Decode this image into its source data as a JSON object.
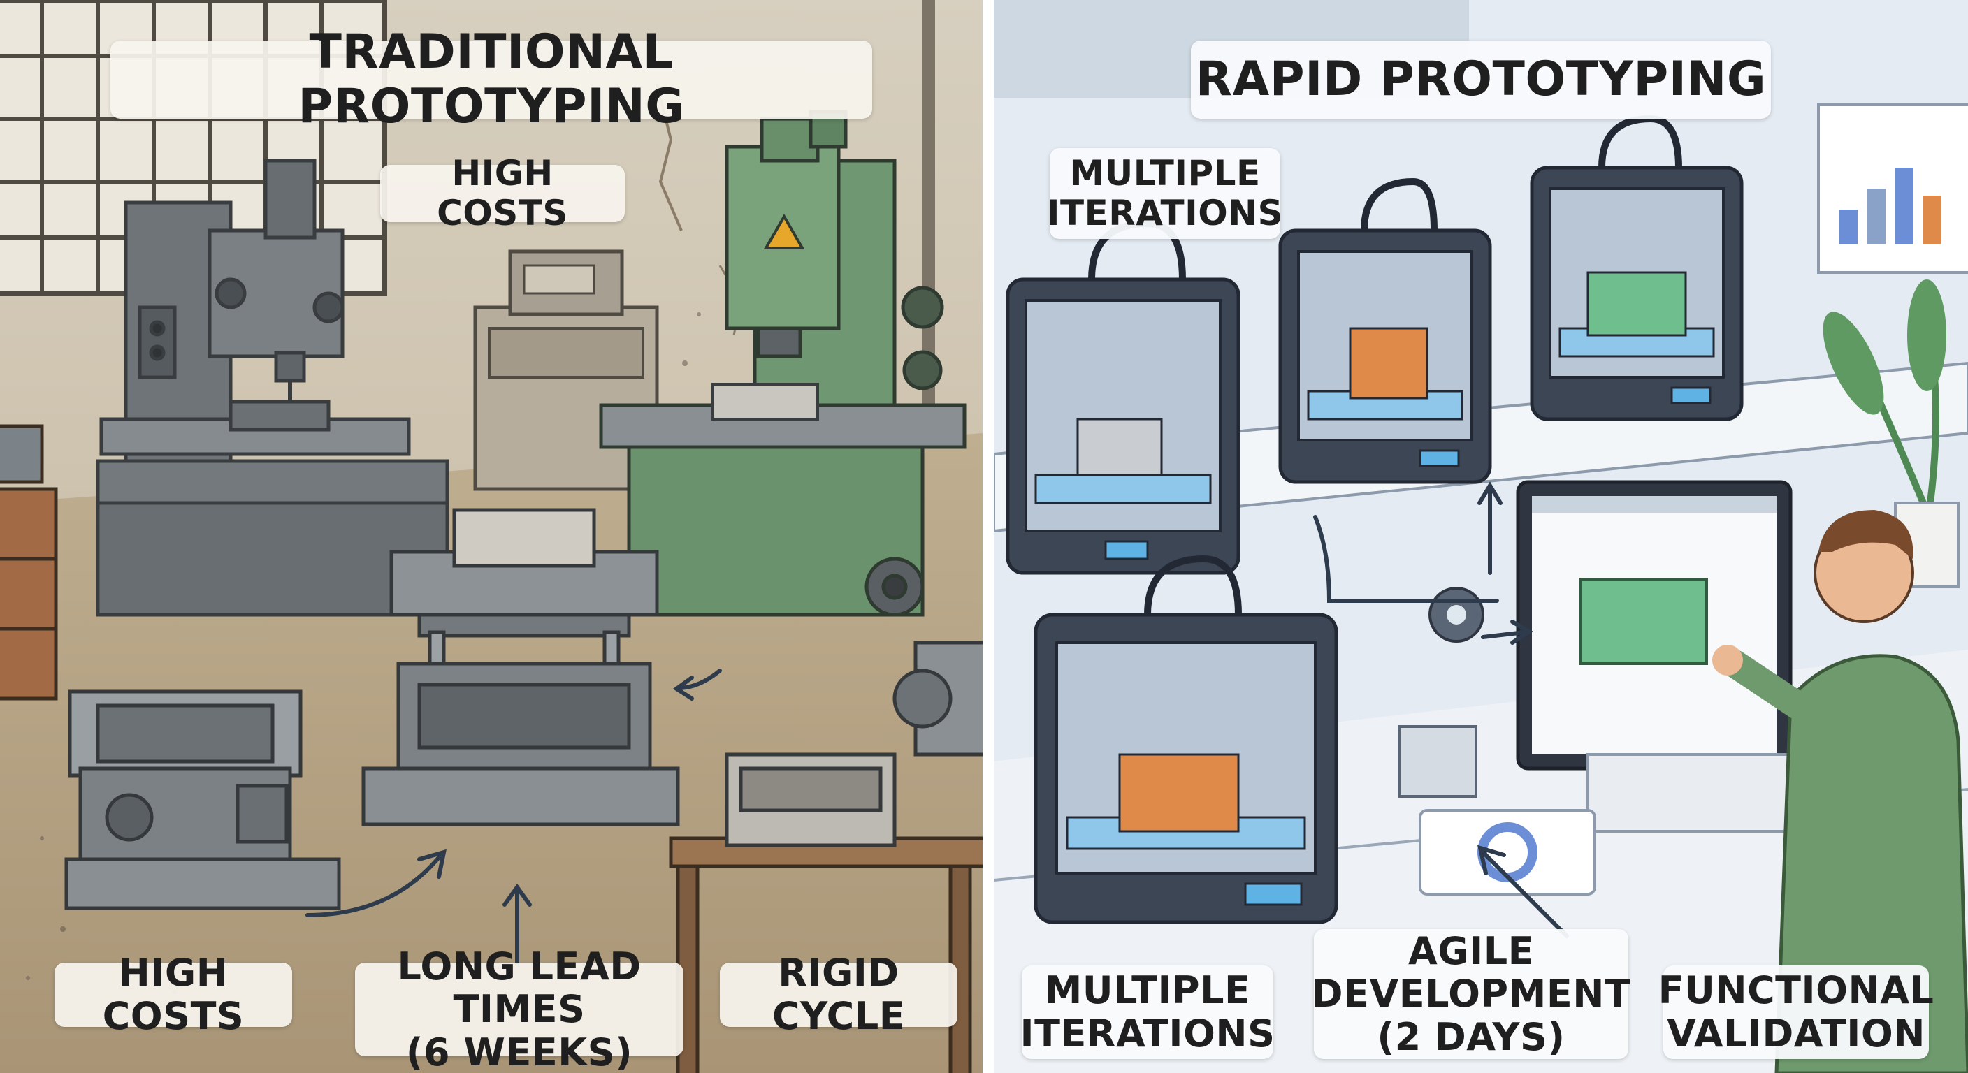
{
  "left_panel": {
    "title": "TRADITIONAL PROTOTYPING",
    "label_top": "HIGH COSTS",
    "captions": {
      "high_costs": "HIGH COSTS",
      "lead_times_line1": "LONG LEAD TIMES",
      "lead_times_line2": "(6 WEEKS)",
      "rigid_cycle": "RIGID CYCLE"
    }
  },
  "right_panel": {
    "title": "RAPID PROTOTYPING",
    "label_top_line1": "MULTIPLE",
    "label_top_line2": "ITERATIONS",
    "captions": {
      "iterations_line1": "MULTIPLE",
      "iterations_line2": "ITERATIONS",
      "agile_line1": "AGILE",
      "agile_line2": "DEVELOPMENT",
      "agile_line3": "(2 DAYS)",
      "validation_line1": "FUNCTIONAL",
      "validation_line2": "VALIDATION"
    }
  },
  "colors": {
    "left_background": "#cbbfa9",
    "right_background": "#dfe7ef",
    "machine_gray": "#6e7478",
    "machine_green": "#6f9872",
    "printer_frame": "#3d4655",
    "print_orange": "#e08a4a",
    "print_green": "#6fbf8e",
    "caption_background": "#f7f4ee"
  },
  "icons": [
    "warning-triangle-icon",
    "gear-icon",
    "arrow-icon",
    "donut-chart-icon",
    "bar-chart-icon"
  ]
}
